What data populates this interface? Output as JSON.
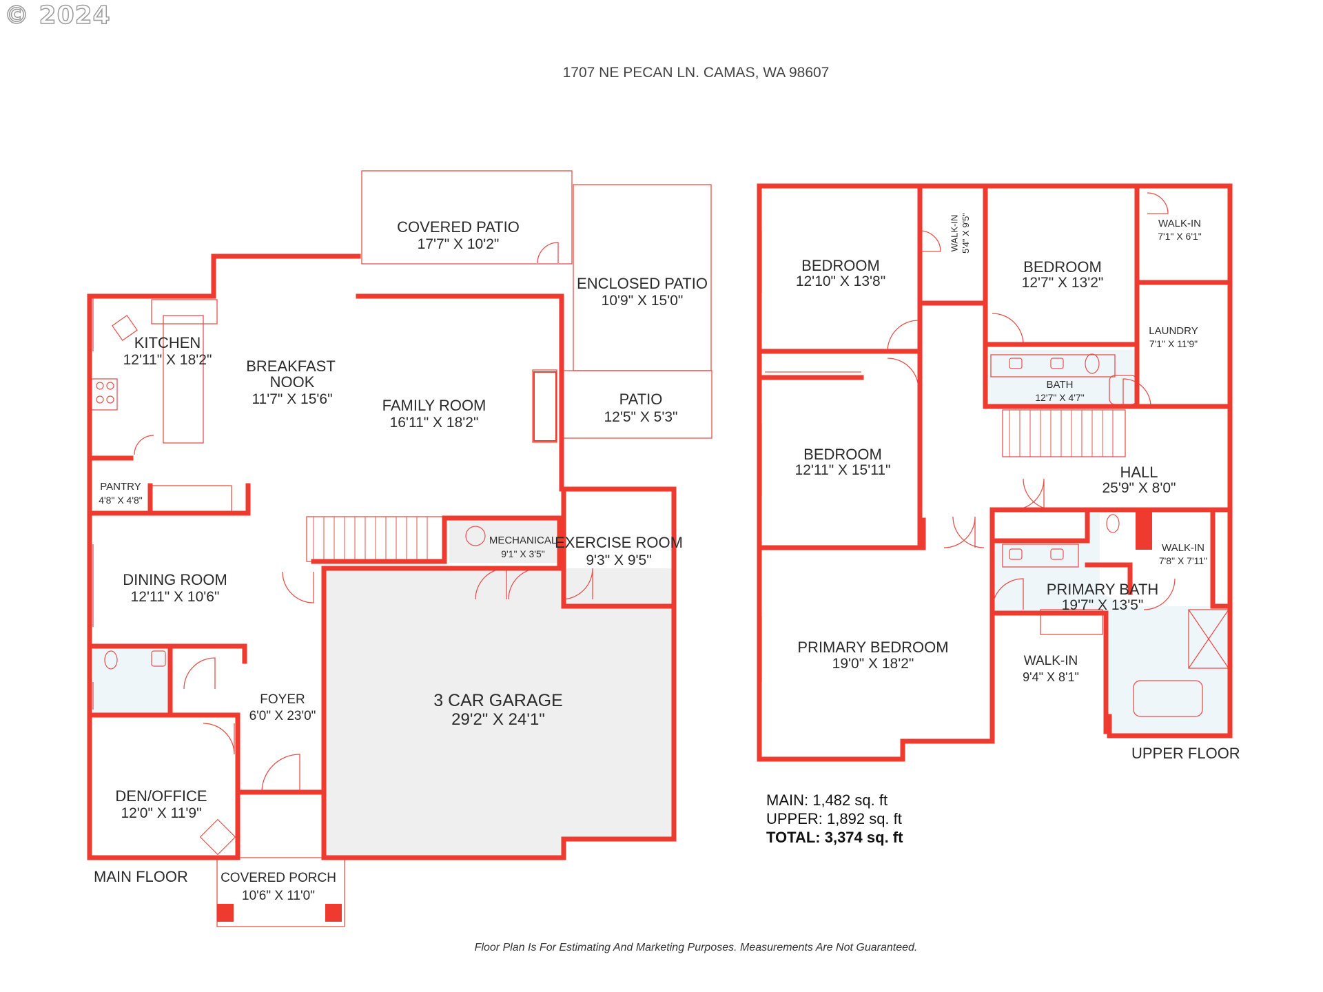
{
  "copyright": "© 2024",
  "address": "1707 NE PECAN LN. CAMAS, WA 98607",
  "colors": {
    "wall": "#ee3a2f",
    "thin_line": "#e6504a",
    "garage_fill": "#efefef",
    "bath_fill": "#eef6fa"
  },
  "main_floor": {
    "label": "MAIN FLOOR",
    "rooms": [
      {
        "name": "COVERED PATIO",
        "dims": "17'7\" X 10'2\""
      },
      {
        "name": "ENCLOSED PATIO",
        "dims": "10'9\" X 15'0\""
      },
      {
        "name": "KITCHEN",
        "dims": "12'11\" X 18'2\""
      },
      {
        "name": "BREAKFAST NOOK",
        "name2": "NOOK",
        "dims": "11'7\" X 15'6\""
      },
      {
        "name": "FAMILY ROOM",
        "dims": "16'11\" X 18'2\""
      },
      {
        "name": "PATIO",
        "dims": "12'5\" X 5'3\""
      },
      {
        "name": "PANTRY",
        "dims": "4'8\" X 4'8\""
      },
      {
        "name": "MECHANICAL",
        "dims": "9'1\" X 3'5\""
      },
      {
        "name": "EXERCISE ROOM",
        "dims": "9'3\" X 9'5\""
      },
      {
        "name": "DINING ROOM",
        "dims": "12'11\" X 10'6\""
      },
      {
        "name": "3 CAR GARAGE",
        "dims": "29'2\" X 24'1\""
      },
      {
        "name": "FOYER",
        "dims": "6'0\" X 23'0\""
      },
      {
        "name": "DEN/OFFICE",
        "dims": "12'0\" X 11'9\""
      },
      {
        "name": "COVERED PORCH",
        "dims": "10'6\" X 11'0\""
      }
    ]
  },
  "upper_floor": {
    "label": "UPPER FLOOR",
    "rooms": [
      {
        "name": "BEDROOM",
        "dims": "12'10\" X 13'8\""
      },
      {
        "name": "WALK-IN",
        "dims": "5'4\" X 9'5\""
      },
      {
        "name": "BEDROOM",
        "dims": "12'7\" X 13'2\""
      },
      {
        "name": "WALK-IN",
        "dims": "7'1\" X 6'1\""
      },
      {
        "name": "LAUNDRY",
        "dims": "7'1\" X 11'9\""
      },
      {
        "name": "BATH",
        "dims": "12'7\" X 4'7\""
      },
      {
        "name": "BEDROOM",
        "dims": "12'11\" X 15'11\""
      },
      {
        "name": "HALL",
        "dims": "25'9\" X 8'0\""
      },
      {
        "name": "WALK-IN",
        "dims": "7'8\" X 7'11\""
      },
      {
        "name": "PRIMARY BATH",
        "dims": "19'7\" X 13'5\""
      },
      {
        "name": "PRIMARY BEDROOM",
        "dims": "19'0\" X 18'2\""
      },
      {
        "name": "WALK-IN",
        "dims": "9'4\" X 8'1\""
      }
    ]
  },
  "totals": {
    "main": "MAIN: 1,482 sq. ft",
    "upper": "UPPER: 1,892 sq. ft",
    "total": "TOTAL: 3,374 sq. ft"
  },
  "disclaimer": "Floor Plan Is For Estimating And Marketing Purposes. Measurements Are Not Guaranteed."
}
